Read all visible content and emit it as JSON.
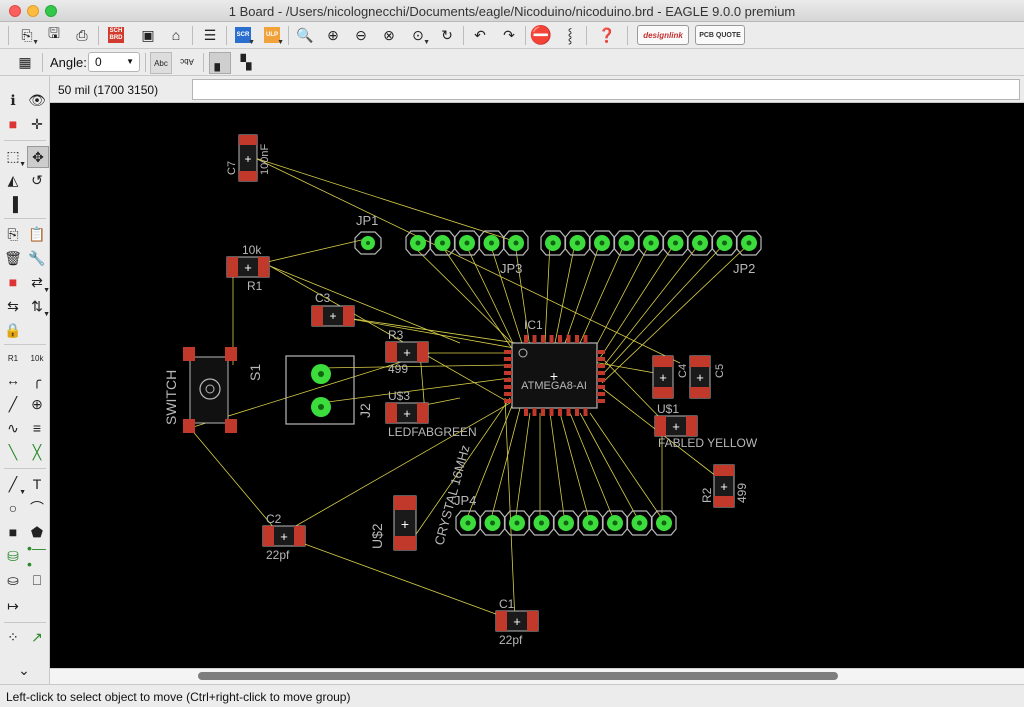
{
  "window": {
    "title": "1 Board - /Users/nicolognecchi/Documents/eagle/Nicoduino/nicoduino.brd - EAGLE 9.0.0 premium"
  },
  "toolbar": {
    "sch_brd": "SCH BRD",
    "scr": "SCR",
    "ulp": "ULP",
    "designlink": "designlink",
    "pcb_quote": "PCB QUOTE"
  },
  "params": {
    "angle_label": "Angle:",
    "angle_value": "0",
    "abc": "Abc",
    "abc_vertical": "Abc"
  },
  "coords": {
    "grid_readout": "50 mil (1700 3150)",
    "command_value": ""
  },
  "status": {
    "text": "Left-click to select object to move (Ctrl+right-click to move group)"
  },
  "board": {
    "labels": {
      "c7_name": "C7",
      "c7_value": "100nF",
      "jp1": "JP1",
      "jp3": "JP3",
      "jp2": "JP2",
      "jp4": "JP4",
      "r1_value": "10k",
      "r1_name": "R1",
      "c3_name": "C3",
      "r3_name": "R3",
      "r3_value": "499",
      "ic1_name": "IC1",
      "ic1_value": "ATMEGA8-AI",
      "c4_name": "C4",
      "c5_name": "C5",
      "u1_name": "U$1",
      "u1_value": "FABLED YELLOW",
      "u3_name": "U$3",
      "u3_value": "LEDFABGREEN",
      "switch_value": "SWITCH",
      "s1_name": "S1",
      "j2_name": "J2",
      "crystal_value": "CRYSTAL 16MHz",
      "u2_name": "U$2",
      "r2_name": "R2",
      "r2_value": "499",
      "c2_name": "C2",
      "c2_value": "22pf",
      "c1_name": "C1",
      "c1_value": "22pf"
    }
  },
  "colors": {
    "canvas_bg": "#000000",
    "pad": "#c0392b",
    "via": "#3ddc3d",
    "airwire": "#e0d44a",
    "silk": "#b8b8b8"
  }
}
